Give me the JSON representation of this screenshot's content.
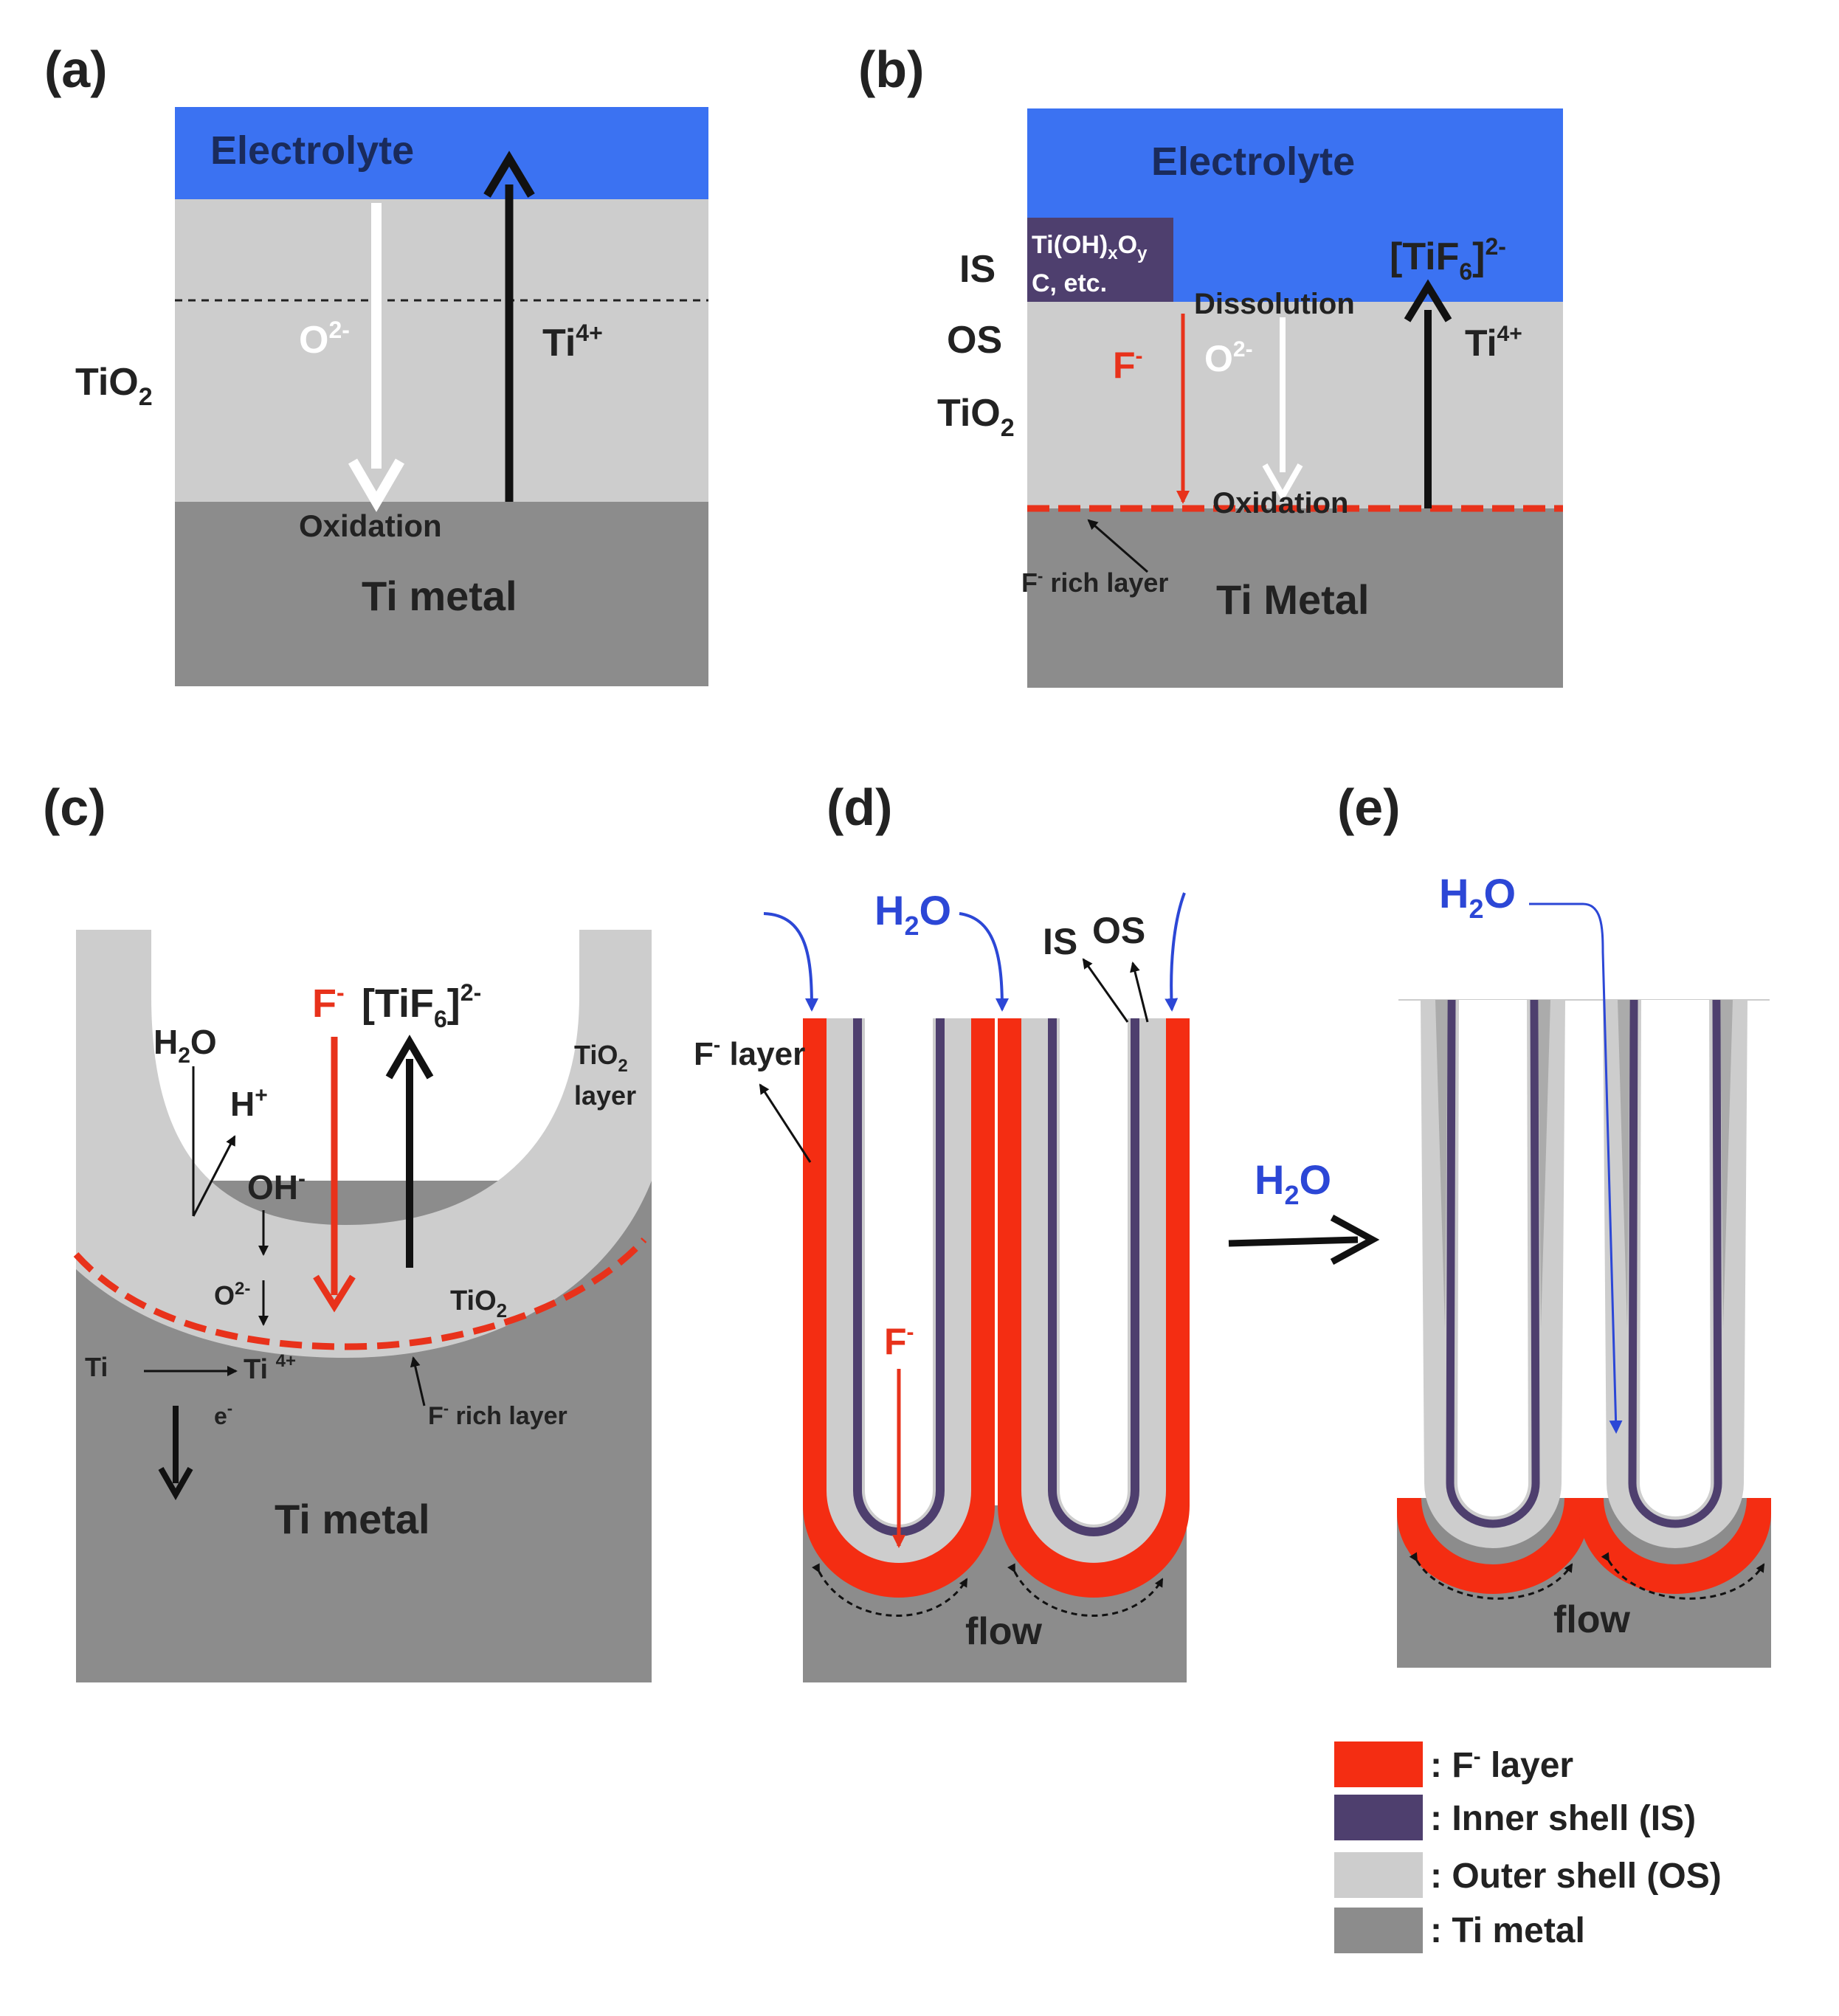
{
  "colors": {
    "electrolyte": "#3b72f2",
    "oxide": "#cdcdcd",
    "metal": "#8c8c8c",
    "f_layer": "#f42d12",
    "inner_shell": "#4e3f6e",
    "red_arrow": "#e8321b",
    "water_blue": "#2c47d6",
    "text": "#222222"
  },
  "panel_a": {
    "label": "(a)",
    "electrolyte": "Electrolyte",
    "oxide_sub": "TiO",
    "oxide_subscript": "2",
    "o2": "O",
    "o2_charge": "2-",
    "ti4": "Ti",
    "ti4_charge": "4+",
    "oxidation": "Oxidation",
    "metal": "Ti metal"
  },
  "panel_b": {
    "label": "(b)",
    "electrolyte": "Electrolyte",
    "is": "IS",
    "os": "OS",
    "oxide": "TiO",
    "oxide_subscript": "2",
    "is_box_line1": "Ti(OH)",
    "is_box_x": "x",
    "is_box_o": "O",
    "is_box_y": "y",
    "is_box_line2": "C, etc.",
    "dissolution": "Dissolution",
    "tif6_a": "[TiF",
    "tif6_6": "6",
    "tif6_b": "]",
    "tif6_charge": "2-",
    "f": "F",
    "f_charge": "-",
    "o2": "O",
    "o2_charge": "2-",
    "ti4": "Ti",
    "ti4_charge": "4+",
    "oxidation": "Oxidation",
    "f_rich": "F",
    "f_rich_charge": "-",
    "f_rich_rest": " rich layer",
    "metal": "Ti Metal"
  },
  "panel_c": {
    "label": "(c)",
    "h2o": "H",
    "h2o_2": "2",
    "h2o_o": "O",
    "hplus": "H",
    "hplus_charge": "+",
    "oh": "OH",
    "oh_charge": "-",
    "o2": "O",
    "o2_charge": "2-",
    "f": "F",
    "f_charge": "-",
    "tif6_a": "[TiF",
    "tif6_6": "6",
    "tif6_b": "]",
    "tif6_charge": "2-",
    "tio2_layer_1": "TiO",
    "tio2_layer_sub": "2",
    "tio2_layer_2": "layer",
    "tio2": "TiO",
    "tio2_sub": "2",
    "ti": "Ti",
    "ti4": "Ti ",
    "ti4_charge": "4+",
    "e": "e",
    "e_charge": "-",
    "f_rich": "F",
    "f_rich_charge": "-",
    "f_rich_rest": " rich layer",
    "metal": "Ti metal"
  },
  "panel_d": {
    "label": "(d)",
    "h2o": "H",
    "h2o_2": "2",
    "h2o_o": "O",
    "is": "IS",
    "os": "OS",
    "f_layer": "F",
    "f_layer_charge": "-",
    "f_layer_rest": " layer",
    "f": "F",
    "f_charge": "-",
    "flow": "flow"
  },
  "transition": {
    "h2o": "H",
    "h2o_2": "2",
    "h2o_o": "O"
  },
  "panel_e": {
    "label": "(e)",
    "h2o": "H",
    "h2o_2": "2",
    "h2o_o": "O",
    "flow": "flow"
  },
  "legend": [
    {
      "swatch": "f_layer",
      "text": ": F",
      "charge": "-",
      "rest": " layer"
    },
    {
      "swatch": "inner_shell",
      "text": ": Inner shell (IS)",
      "charge": "",
      "rest": ""
    },
    {
      "swatch": "oxide",
      "text": ": Outer shell (OS)",
      "charge": "",
      "rest": ""
    },
    {
      "swatch": "metal",
      "text": ": Ti metal",
      "charge": "",
      "rest": ""
    }
  ]
}
